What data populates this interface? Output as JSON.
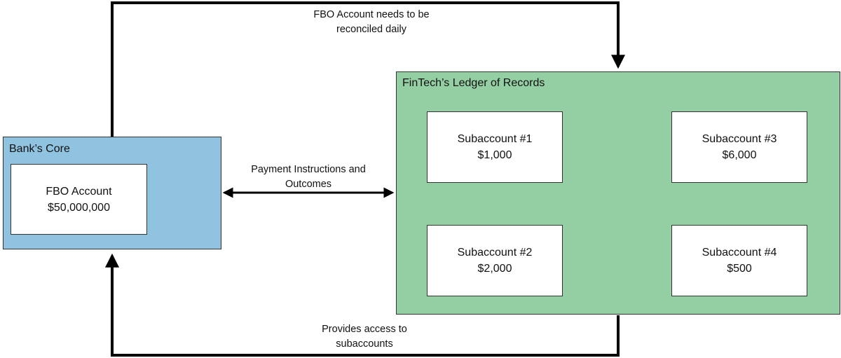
{
  "bank_core": {
    "title": "Bank’s Core",
    "fbo_account": {
      "label": "FBO Account",
      "amount": "$50,000,000"
    }
  },
  "ledger": {
    "title": "FinTech’s Ledger of Records",
    "subaccounts": [
      {
        "label": "Subaccount #1",
        "amount": "$1,000"
      },
      {
        "label": "Subaccount #2",
        "amount": "$2,000"
      },
      {
        "label": "Subaccount #3",
        "amount": "$6,000"
      },
      {
        "label": "Subaccount #4",
        "amount": "$500"
      }
    ]
  },
  "connectors": {
    "reconcile": {
      "line1": "FBO Account needs to be",
      "line2": "reconciled daily"
    },
    "payment": {
      "line1": "Payment Instructions and",
      "line2": "Outcomes"
    },
    "access": {
      "line1": "Provides access to",
      "line2": "subaccounts"
    }
  },
  "colors": {
    "bank_core_fill": "#8fc3df",
    "ledger_fill": "#94cfa4",
    "line": "#000000"
  }
}
